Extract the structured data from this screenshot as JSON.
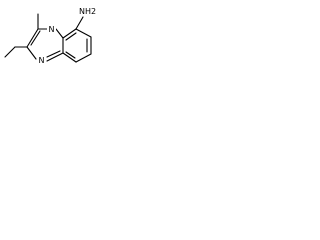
{
  "structure": {
    "atoms": {
      "n1": "N",
      "n4": "N",
      "amine": "NH2"
    }
  }
}
